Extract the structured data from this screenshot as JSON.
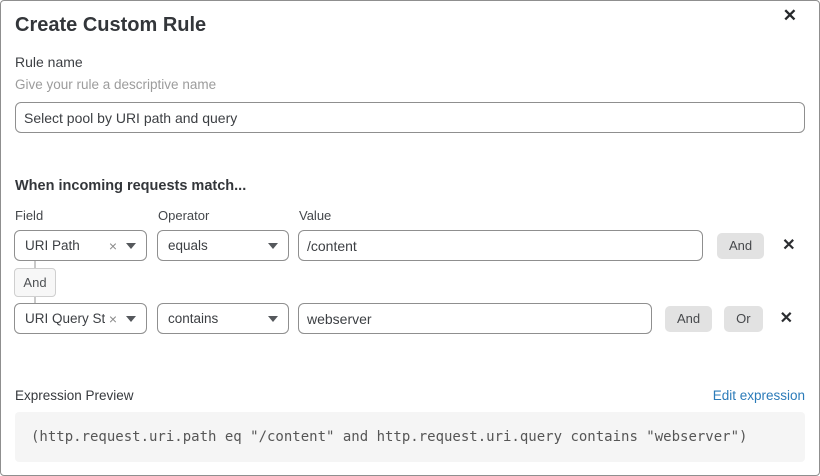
{
  "dialog": {
    "title": "Create Custom Rule"
  },
  "icons": {
    "close": "✕",
    "clear": "×",
    "remove": "✕"
  },
  "rule_name": {
    "label": "Rule name",
    "hint": "Give your rule a descriptive name",
    "value": "Select pool by URI path and query"
  },
  "match": {
    "heading": "When incoming requests match...",
    "columns": {
      "field": "Field",
      "operator": "Operator",
      "value": "Value"
    },
    "connector": "And",
    "and_label": "And",
    "or_label": "Or",
    "rows": [
      {
        "field": "URI Path",
        "operator": "equals",
        "value": "/content"
      },
      {
        "field": "URI Query St...",
        "operator": "contains",
        "value": "webserver"
      }
    ]
  },
  "expression": {
    "label": "Expression Preview",
    "edit_link": "Edit expression",
    "code": "(http.request.uri.path eq \"/content\" and http.request.uri.query contains \"webserver\")"
  },
  "colors": {
    "link_blue": "#2b7bb9",
    "input_border": "#8f8f8f",
    "code_bg": "#f5f5f5",
    "pill_bg": "#e2e2e2"
  }
}
